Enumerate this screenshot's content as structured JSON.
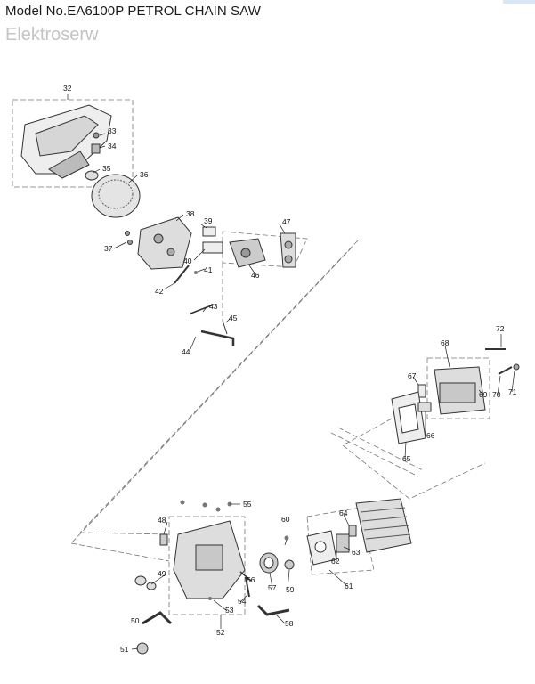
{
  "header": {
    "title": "Model No.EA6100P PETROL CHAIN SAW",
    "subtitle": "Elektroserw"
  },
  "parts": {
    "p32": "32",
    "p33": "33",
    "p34": "34",
    "p35": "35",
    "p36": "36",
    "p37": "37",
    "p38": "38",
    "p39": "39",
    "p40": "40",
    "p41": "41",
    "p42": "42",
    "p43": "43",
    "p44": "44",
    "p45": "45",
    "p46": "46",
    "p47": "47",
    "p48": "48",
    "p49": "49",
    "p50": "50",
    "p51": "51",
    "p52": "52",
    "p53": "53",
    "p54": "54",
    "p55": "55",
    "p56": "56",
    "p57": "57",
    "p58": "58",
    "p59": "59",
    "p60": "60",
    "p61": "61",
    "p62": "62",
    "p63": "63",
    "p64": "64",
    "p65": "65",
    "p66": "66",
    "p67": "67",
    "p68": "68",
    "p69": "69",
    "p70": "70",
    "p71": "71",
    "p72": "72"
  }
}
